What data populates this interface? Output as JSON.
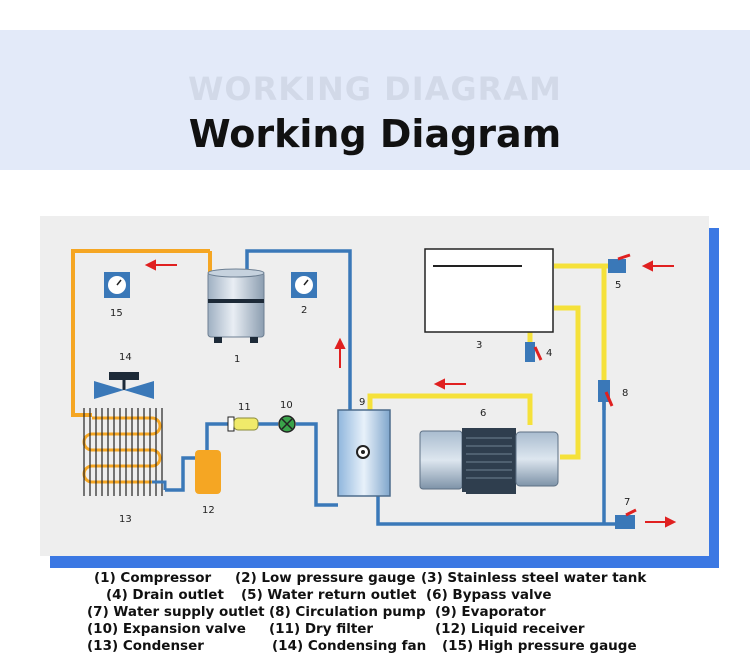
{
  "header": {
    "ghost_title": "WORKING DIAGRAM",
    "title": "Working Diagram"
  },
  "colors": {
    "banner_bg": "#e3eaf9",
    "panel_bg": "#eeeeee",
    "panel_shadow": "#3b78e3",
    "pipe_orange": "#f5a623",
    "pipe_blue": "#3a78b8",
    "pipe_yellow": "#f5e13a",
    "arrow_red": "#e02020"
  },
  "labels": {
    "n1": "1",
    "n2": "2",
    "n3": "3",
    "n4": "4",
    "n5": "5",
    "n6": "6",
    "n7": "7",
    "n8": "8",
    "n9": "9",
    "n10": "10",
    "n11": "11",
    "n12": "12",
    "n13": "13",
    "n14": "14",
    "n15": "15"
  },
  "legend": {
    "l1": "(1) Compressor",
    "l2": "(2) Low pressure gauge",
    "l3": "(3) Stainless steel water tank",
    "l4": "(4) Drain outlet",
    "l5": "(5) Water return outlet",
    "l6": "(6) Bypass valve",
    "l7": "(7) Water supply outlet",
    "l8": "(8) Circulation pump",
    "l9": "(9) Evaporator",
    "l10": "(10) Expansion valve",
    "l11": "(11) Dry filter",
    "l12": "(12) Liquid receiver",
    "l13": "(13) Condenser",
    "l14": "(14) Condensing fan",
    "l15": "(15) High pressure gauge"
  }
}
